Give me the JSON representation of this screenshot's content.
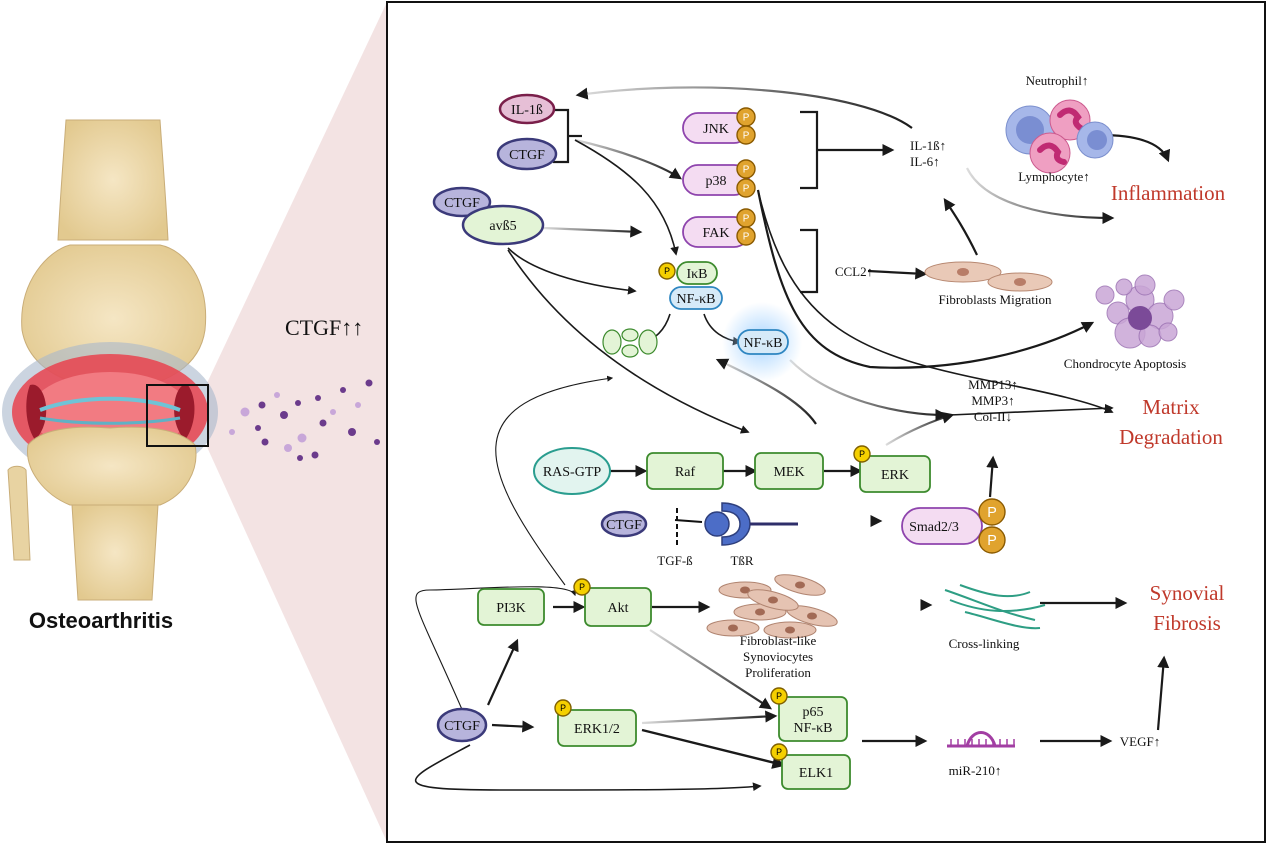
{
  "left_panel": {
    "caption": "Osteoarthritis",
    "signal": "CTGF↑↑"
  },
  "nodes": {
    "il1b": "IL-1ß",
    "ctgf_top": "CTGF",
    "ctgf_integrin": "CTGF",
    "avb5": "avß5",
    "jnk": "JNK",
    "p38": "p38",
    "fak": "FAK",
    "ikb": "IκB",
    "nfkb_complex": "NF-κB",
    "nfkb_free": "NF-κB",
    "ras": "RAS-GTP",
    "raf": "Raf",
    "mek": "MEK",
    "erk": "ERK",
    "ctgf_tgf": "CTGF",
    "tgfb": "TGF-ß",
    "tbr": "TßR",
    "smad": "Smad2/3",
    "pi3k": "PI3K",
    "akt": "Akt",
    "ctgf_bottom": "CTGF",
    "erk12": "ERK1/2",
    "p65_line1": "p65",
    "p65_line2": "NF-κB",
    "elk1": "ELK1",
    "phospho": "P"
  },
  "labels": {
    "cytokines_line1": "IL-1ß↑",
    "cytokines_line2": "IL-6↑",
    "neutrophil": "Neutrophil↑",
    "lymphocyte": "Lymphocyte↑",
    "ccl2": "CCL2↑",
    "fibro_migration": "Fibroblasts Migration",
    "chondro_apoptosis": "Chondrocyte Apoptosis",
    "mmp_line1": "MMP13↑",
    "mmp_line2": "MMP3↑",
    "mmp_line3": "Col-II↓",
    "fls_line1": "Fibroblast-like",
    "fls_line2": "Synoviocytes",
    "fls_line3": "Proliferation",
    "crosslinking": "Cross-linking",
    "mir210": "miR-210↑",
    "vegf": "VEGF↑"
  },
  "outcomes": {
    "inflammation": "Inflammation",
    "matrix_line1": "Matrix",
    "matrix_line2": "Degradation",
    "synovial_line1": "Synovial",
    "synovial_line2": "Fibrosis"
  },
  "colors": {
    "outcome_red": "#c0392b",
    "green_fill": "#e3f4d6",
    "green_stroke": "#3d8b2e",
    "pink_fill": "#f4dcf2",
    "pink_stroke": "#8e44ad",
    "lavender_fill": "#b7b4dc",
    "lavender_stroke": "#3b3a7a",
    "il1b_fill": "#e6bfd6",
    "il1b_stroke": "#7a1f4a",
    "ras_fill": "#e2f4ef",
    "ras_stroke": "#2a9d8f",
    "nfkb_fill": "#d6eaf8",
    "nfkb_stroke": "#2e86c1",
    "phospho_fill": "#e0a32e",
    "phospho_stroke": "#8a5a00",
    "phospho_small_fill": "#f5d000"
  }
}
